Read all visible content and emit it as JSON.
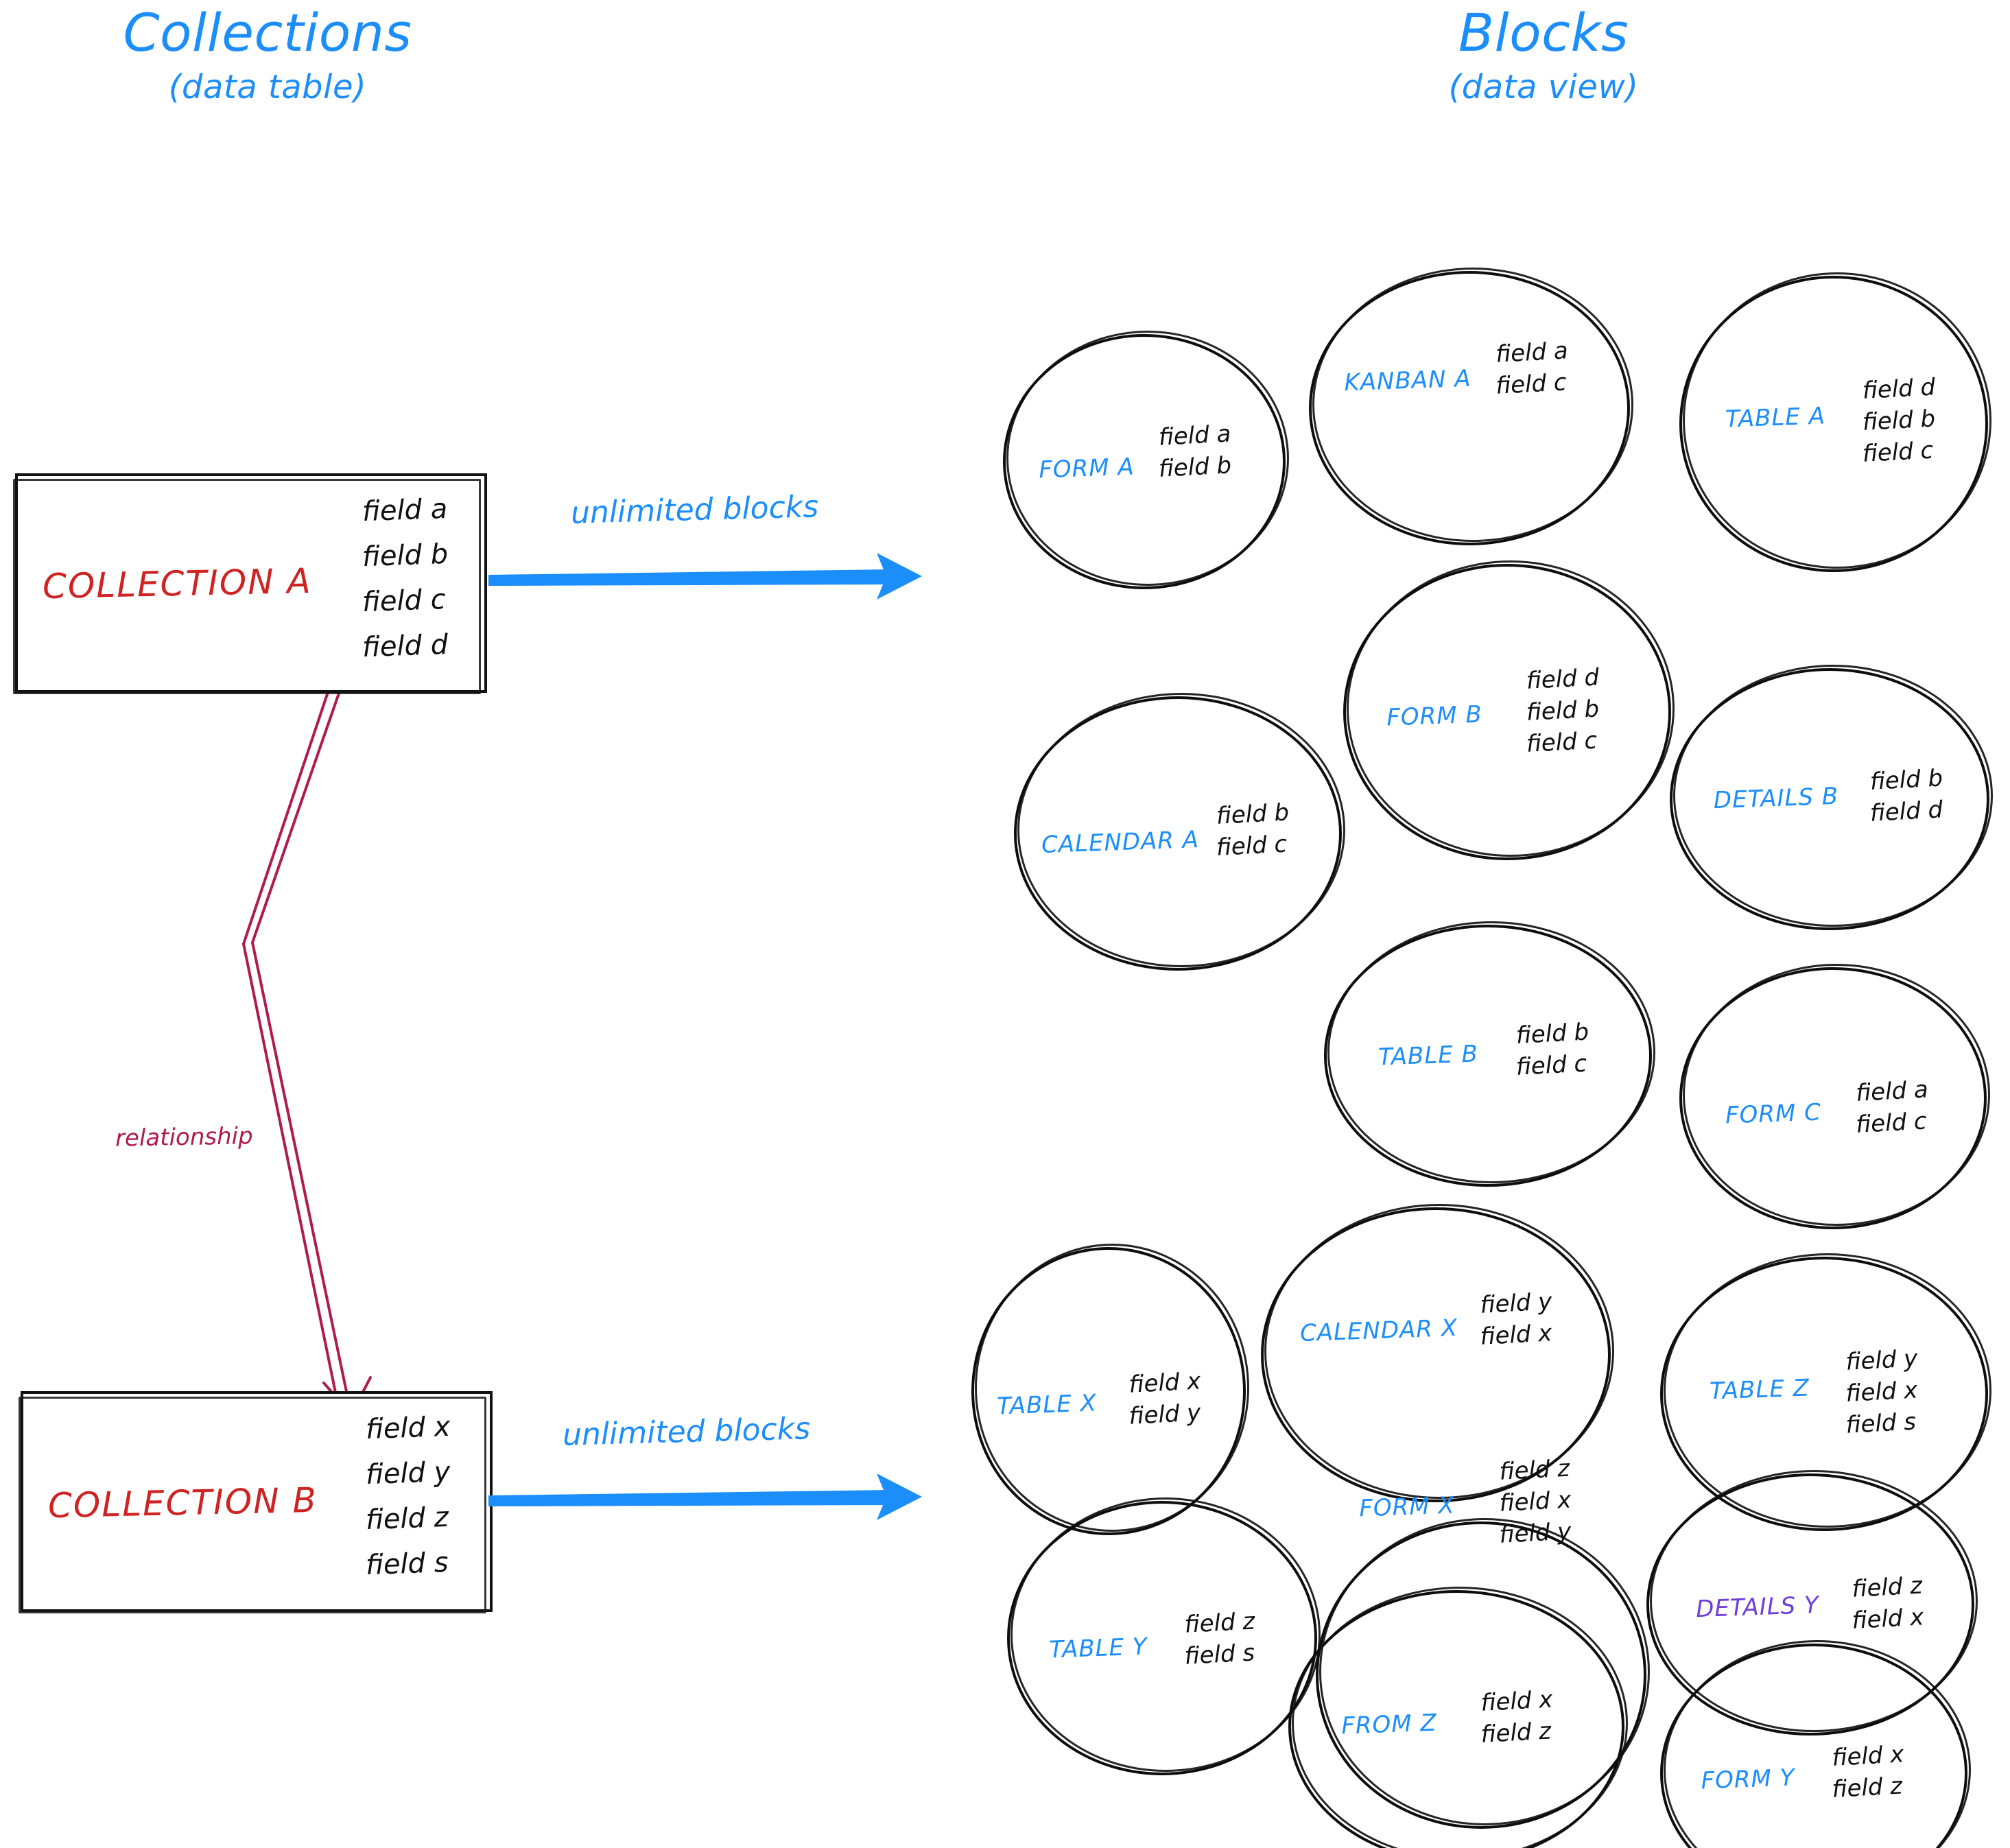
{
  "headings": {
    "left": {
      "main": "Collections",
      "sub": "(data table)"
    },
    "right": {
      "main": "Blocks",
      "sub": "(data view)"
    }
  },
  "colors": {
    "accent_blue": "#1c8ef9",
    "collection_red": "#cf2222",
    "relationship_crimson": "#b01a4f",
    "details_purple": "#6f3fd8",
    "stroke_black": "#0d0d0d",
    "background": "#ffffff"
  },
  "collections": [
    {
      "name": "COLLECTION A",
      "fields": [
        "field a",
        "field b",
        "field c",
        "field d"
      ],
      "flow_label": "unlimited blocks"
    },
    {
      "name": "COLLECTION B",
      "fields": [
        "field x",
        "field y",
        "field z",
        "field s"
      ],
      "flow_label": "unlimited blocks"
    }
  ],
  "relationship": {
    "label": "relationship"
  },
  "block_groups": [
    {
      "source": "COLLECTION A",
      "blocks": [
        {
          "label": "FORM A",
          "fields": [
            "field a",
            "field b"
          ]
        },
        {
          "label": "KANBAN A",
          "fields": [
            "field a",
            "field c"
          ]
        },
        {
          "label": "TABLE A",
          "fields": [
            "field d",
            "field b",
            "field c"
          ]
        },
        {
          "label": "CALENDAR A",
          "fields": [
            "field b",
            "field c"
          ]
        },
        {
          "label": "FORM B",
          "fields": [
            "field d",
            "field b",
            "field c"
          ]
        },
        {
          "label": "DETAILS B",
          "fields": [
            "field b",
            "field d"
          ]
        },
        {
          "label": "TABLE B",
          "fields": [
            "field b",
            "field c"
          ]
        },
        {
          "label": "FORM C",
          "fields": [
            "field a",
            "field c"
          ]
        }
      ]
    },
    {
      "source": "COLLECTION B",
      "blocks": [
        {
          "label": "TABLE X",
          "fields": [
            "field x",
            "field y"
          ]
        },
        {
          "label": "CALENDAR X",
          "fields": [
            "field y",
            "field x"
          ]
        },
        {
          "label": "TABLE Z",
          "fields": [
            "field y",
            "field x",
            "field s"
          ]
        },
        {
          "label": "TABLE Y",
          "fields": [
            "field z",
            "field s"
          ]
        },
        {
          "label": "FORM X",
          "fields": [
            "field z",
            "field x",
            "field y"
          ]
        },
        {
          "label": "DETAILS Y",
          "fields": [
            "field z",
            "field x"
          ],
          "color": "purple"
        },
        {
          "label": "FROM Z",
          "fields": [
            "field x",
            "field z"
          ]
        },
        {
          "label": "FORM Y",
          "fields": [
            "field x",
            "field z"
          ]
        }
      ]
    }
  ]
}
